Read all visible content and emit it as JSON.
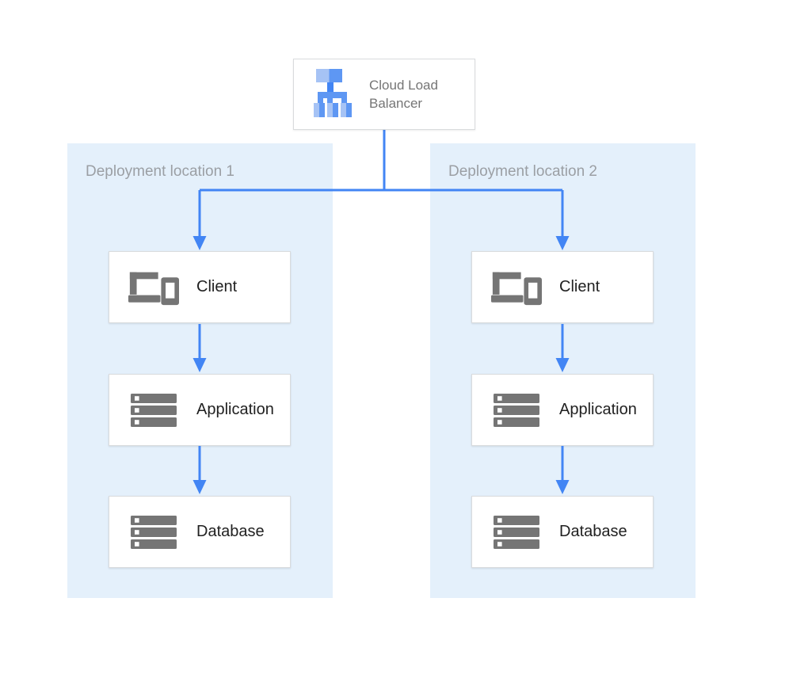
{
  "colors": {
    "connector": "#4285f4",
    "region_bg": "#e4f0fb",
    "box_bg": "#ffffff",
    "box_border": "#d9dbdd",
    "region_label": "#9b9fa4",
    "node_label": "#212121",
    "lb_label": "#757575",
    "icon_gray": "#757575",
    "lb_light": "#a6c3f5",
    "lb_mid": "#5e97f3",
    "lb_trunk": "#4285f4"
  },
  "load_balancer": {
    "label": "Cloud Load Balancer",
    "icon": "load-balancer-icon"
  },
  "regions": [
    {
      "label": "Deployment location 1",
      "nodes": [
        {
          "label": "Client",
          "icon": "devices-icon"
        },
        {
          "label": "Application",
          "icon": "server-stack-icon"
        },
        {
          "label": "Database",
          "icon": "server-stack-icon"
        }
      ]
    },
    {
      "label": "Deployment location 2",
      "nodes": [
        {
          "label": "Client",
          "icon": "devices-icon"
        },
        {
          "label": "Application",
          "icon": "server-stack-icon"
        },
        {
          "label": "Database",
          "icon": "server-stack-icon"
        }
      ]
    }
  ]
}
